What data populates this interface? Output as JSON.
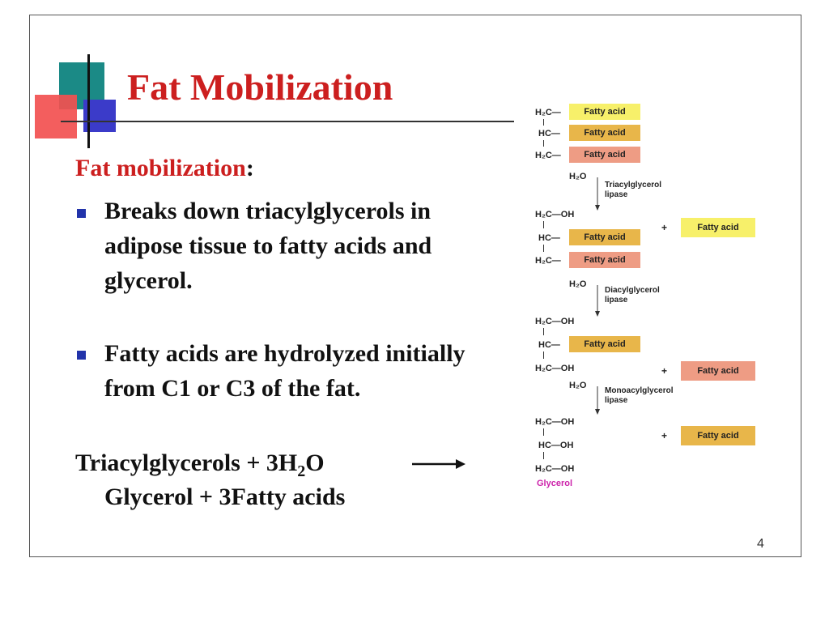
{
  "slide": {
    "title": "Fat Mobilization",
    "subhead_term": "Fat mobilization",
    "subhead_colon": ":",
    "bullets": [
      "Breaks down triacylglycerols in adipose tissue to fatty acids and glycerol.",
      "Fatty acids are hydrolyzed initially from C1 or C3 of the fat."
    ],
    "equation": {
      "reactant": "Triacylglycerols  + 3H",
      "sub": "2",
      "reactant_end": "O",
      "products": "Glycerol + 3Fatty acids"
    },
    "page_number": "4"
  },
  "diagram": {
    "fatty_acid": "Fatty acid",
    "h2c": "H₂C—",
    "hc": "HC—",
    "h2c_oh": "H₂C—OH",
    "hc_oh": "HC—OH",
    "h2o": "H₂O",
    "plus": "+",
    "enzymes": [
      "Triacylglycerol\nlipase",
      "Diacylglycerol\nlipase",
      "Monoacylglycerol\nlipase"
    ],
    "glycerol_label": "Glycerol",
    "colors": {
      "yellow": "#f7f06a",
      "orange": "#e8b64a",
      "salmon": "#ee9c84",
      "glycerol": "#cc22aa"
    }
  }
}
